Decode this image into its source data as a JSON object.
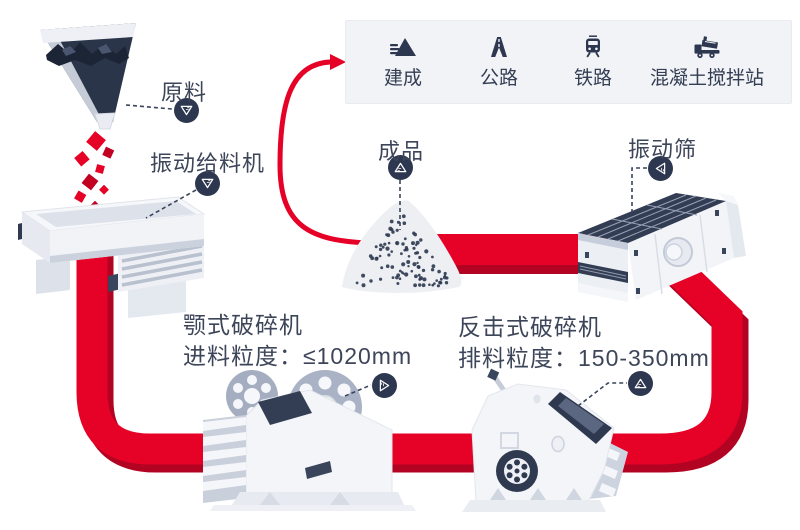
{
  "flow": {
    "raw_material": {
      "label": "原料"
    },
    "vibrating_feeder": {
      "label": "振动给料机"
    },
    "jaw_crusher": {
      "name": "颚式破碎机",
      "spec": "进料粒度：≤1020mm"
    },
    "impact_crusher": {
      "name": "反击式破碎机",
      "spec": "排料粒度：150-350mm"
    },
    "vibrating_screen": {
      "label": "振动筛"
    },
    "finished_product": {
      "label": "成品"
    }
  },
  "applications": {
    "items": [
      {
        "label": "建成",
        "icon": "mountain-icon"
      },
      {
        "label": "公路",
        "icon": "highway-icon"
      },
      {
        "label": "铁路",
        "icon": "railway-icon"
      },
      {
        "label": "混凝土搅拌站",
        "icon": "mixer-truck-icon"
      }
    ]
  },
  "colors": {
    "accent_red": "#e60127",
    "accent_red_shadow": "#b30322",
    "navy": "#2d3850",
    "text": "#3d4559",
    "panel_bg": "#f2f3f6"
  }
}
